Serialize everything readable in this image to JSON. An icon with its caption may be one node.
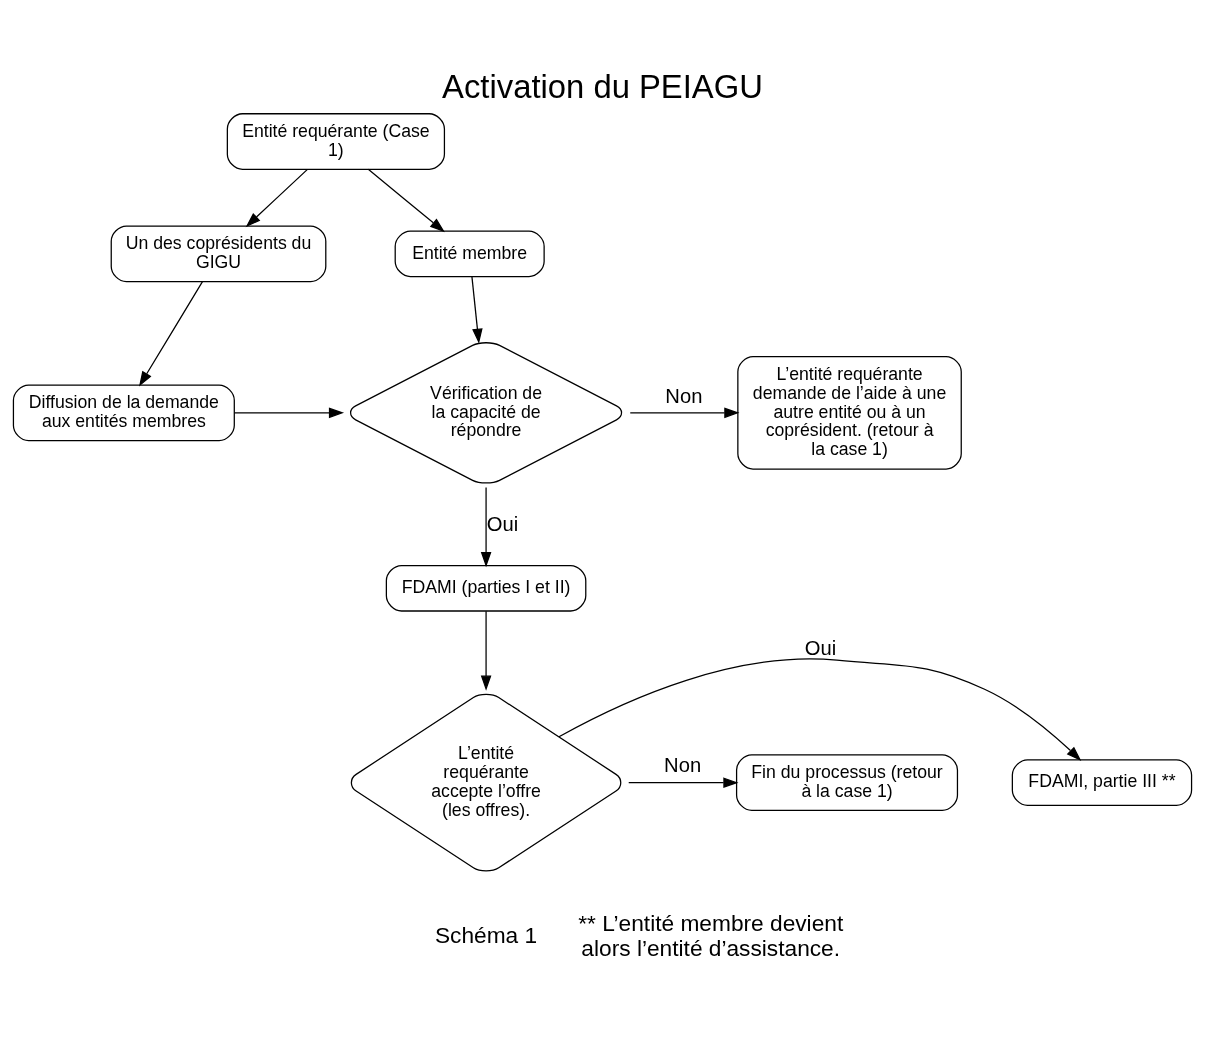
{
  "diagram": {
    "title": "Activation du PEIAGU",
    "nodes": [
      {
        "text": [
          "Entité requérante (Case 1)"
        ]
      },
      {
        "text": [
          "Entité membre"
        ]
      },
      {
        "text": [
          "Un des coprésidents du GIGU"
        ]
      },
      {
        "text": [
          "L’entité requérante demande de l’aide à une autre entité ou à un coprésident. (retour à la case 1)"
        ]
      },
      {
        "text": [
          "Vérification de la capacité de répondre"
        ]
      },
      {
        "text": [
          "Diffusion de la demande aux entités membres"
        ]
      },
      {
        "text": [
          "FDAMI (parties I et II)"
        ]
      },
      {
        "text": [
          "Fin du processus (retour à la case 1)"
        ]
      },
      {
        "text": [
          "L’entité requérante accepte l’offre (les offres)."
        ]
      },
      {
        "text": [
          "FDAMI, partie III **"
        ]
      }
    ],
    "edges": [
      {
        "from": 0,
        "to": 1,
        "arrow": "to"
      },
      {
        "from": 0,
        "to": 2,
        "arrow": "to"
      },
      {
        "from": 2,
        "to": 5,
        "arrow": "to"
      },
      {
        "from": 1,
        "to": 4,
        "arrow": "to"
      },
      {
        "from": 5,
        "to": 4,
        "arrow": "to"
      },
      {
        "from": 4,
        "to": 3,
        "arrow": "to",
        "label": "Non"
      },
      {
        "from": 4,
        "to": 6,
        "arrow": "to",
        "label": "Oui"
      },
      {
        "from": 6,
        "to": 8,
        "arrow": "to"
      },
      {
        "from": 8,
        "to": 7,
        "arrow": "to",
        "label": "Non"
      },
      {
        "from": 8,
        "to": 9,
        "arrow": "to",
        "label": "Oui"
      }
    ],
    "labels": [
      "Schéma 1",
      "** L’entité membre devient alors l’entité d’assistance."
    ]
  }
}
